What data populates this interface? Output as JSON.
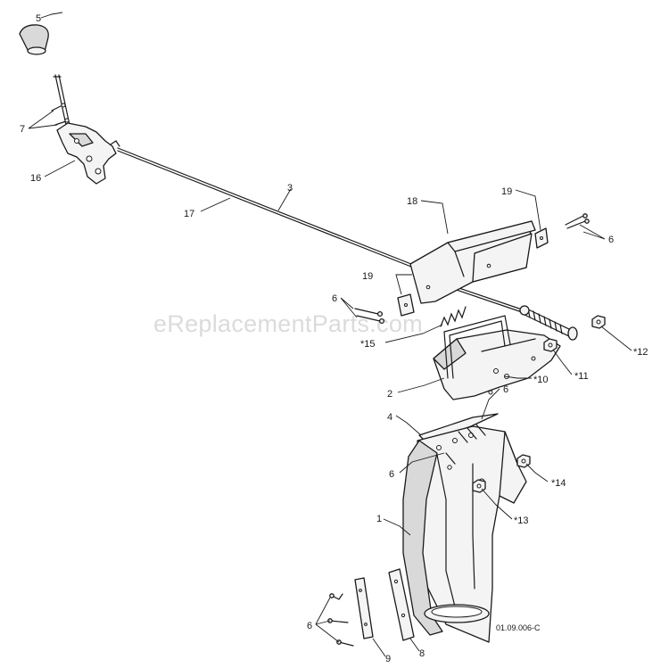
{
  "watermark": "eReplacementParts.com",
  "drawing_number": "01.09.006-C",
  "callouts": {
    "c5": "5",
    "c7": "7",
    "c16": "16",
    "c17": "17",
    "c3": "3",
    "c18": "18",
    "c19_top": "19",
    "c6_top_right": "6",
    "c19_mid": "19",
    "c6_mid": "6",
    "c15": "*15",
    "c12": "*12",
    "c11": "*11",
    "c2": "2",
    "c10": "*10",
    "c4": "4",
    "c6_upper_chute": "6",
    "c6_left_chute": "6",
    "c14": "*14",
    "c13": "*13",
    "c1": "1",
    "c6_bottom": "6",
    "c9": "9",
    "c8": "8"
  }
}
